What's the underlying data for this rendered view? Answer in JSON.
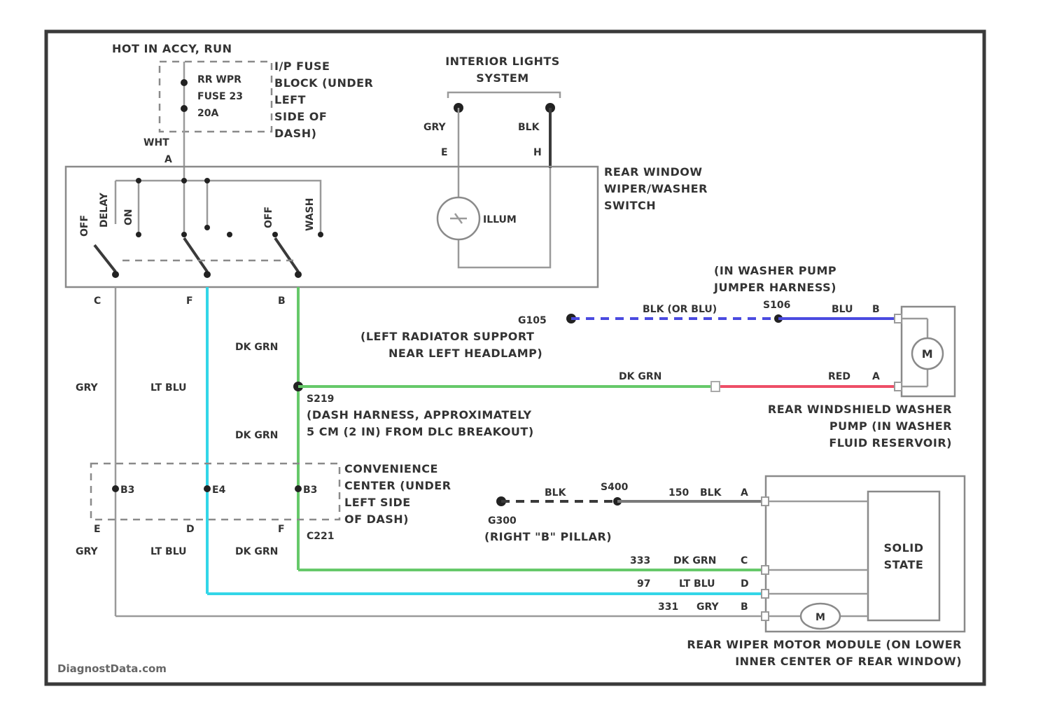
{
  "power": {
    "hot_label": "HOT IN ACCY, RUN",
    "fuse_name": "RR WPR",
    "fuse_num": "FUSE 23",
    "fuse_amp": "20A",
    "fuse_block": [
      "I/P FUSE",
      "BLOCK (UNDER",
      "LEFT",
      "SIDE OF",
      "DASH)"
    ],
    "feed_wire": "WHT",
    "feed_pin": "A"
  },
  "lights": {
    "title": [
      "INTERIOR LIGHTS",
      "SYSTEM"
    ],
    "wire_left": "GRY",
    "wire_right": "BLK",
    "pin_left": "E",
    "pin_right": "H",
    "illum": "ILLUM"
  },
  "switch": {
    "title": [
      "REAR WINDOW",
      "WIPER/WASHER",
      "SWITCH"
    ],
    "positions": [
      "OFF",
      "DELAY",
      "ON",
      "OFF",
      "WASH"
    ],
    "pin_c": "C",
    "pin_f": "F",
    "pin_b": "B"
  },
  "wires": {
    "gry": "GRY",
    "lt_blu": "LT BLU",
    "dk_grn": "DK GRN",
    "blk_or_blu": "BLK (OR BLU)",
    "blu": "BLU",
    "red": "RED",
    "blk": "BLK",
    "gry2": "GRY",
    "lt_blu2": "LT BLU",
    "dk_grn2": "DK GRN",
    "dk_grn3": "DK GRN"
  },
  "ground_g105": {
    "id": "G105",
    "desc": [
      "(LEFT RADIATOR SUPPORT",
      "NEAR LEFT HEADLAMP)"
    ],
    "splice": "S106",
    "pin": "B"
  },
  "jumper": {
    "title": [
      "(IN WASHER PUMP",
      "JUMPER HARNESS)"
    ]
  },
  "splice_s219": {
    "id": "S219",
    "desc": [
      "(DASH HARNESS, APPROXIMATELY",
      "5 CM (2 IN) FROM DLC BREAKOUT)"
    ]
  },
  "pump": {
    "pin_a": "A",
    "motor": "M",
    "title": [
      "REAR WINDSHIELD WASHER",
      "PUMP (IN WASHER",
      "FLUID RESERVOIR)"
    ]
  },
  "convenience": {
    "title": [
      "CONVENIENCE",
      "CENTER (UNDER",
      "LEFT SIDE",
      "OF DASH)"
    ],
    "pins": [
      "B3",
      "E4",
      "B3"
    ],
    "lower_pins": [
      "E",
      "D",
      "F"
    ],
    "connector": "C221"
  },
  "ground_g300": {
    "id": "G300",
    "desc": "(RIGHT \"B\" PILLAR)",
    "splice": "S400",
    "circuit": "150",
    "pin": "A"
  },
  "motor_module": {
    "solid_state": [
      "SOLID",
      "STATE"
    ],
    "motor": "M",
    "row_c": {
      "circuit": "333",
      "pin": "C"
    },
    "row_d": {
      "circuit": "97",
      "pin": "D"
    },
    "row_b": {
      "circuit": "331",
      "pin": "B"
    },
    "title": [
      "REAR WIPER MOTOR MODULE (ON LOWER",
      "INNER CENTER OF REAR WINDOW)"
    ]
  },
  "watermark": "DiagnostData.com",
  "colors": {
    "lt_blu": "#33d6e8",
    "dk_grn": "#66c96a",
    "blu": "#4a4ae0",
    "red": "#ee4f67",
    "gray": "#9a9a9a",
    "black": "#3a3a3a"
  }
}
